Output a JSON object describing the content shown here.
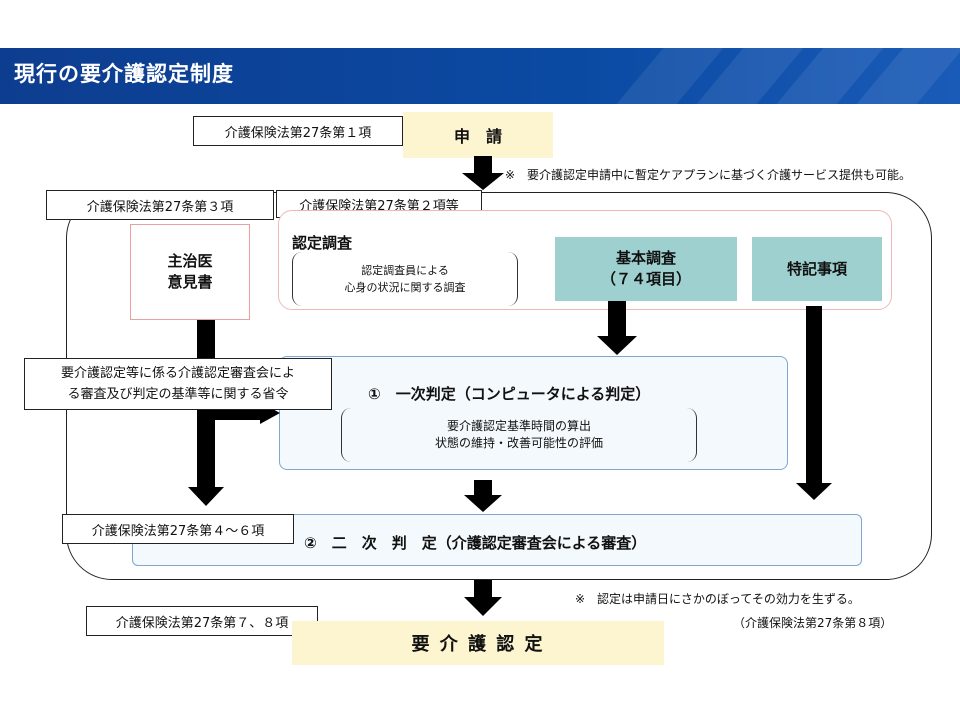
{
  "title": "現行の要介護認定制度",
  "shinsei": {
    "label": "申　請",
    "law": "介護保険法第27条第１項",
    "note": "※　要介護認定申請中に暫定ケアプランに基づく介護サービス提供も可能。"
  },
  "ikensho": {
    "law": "介護保険法第27条第３項",
    "line1": "主治医",
    "line2": "意見書"
  },
  "chosa": {
    "law": "介護保険法第27条第２項等",
    "title": "認定調査",
    "desc_line1": "認定調査員による",
    "desc_line2": "心身の状況に関する調査",
    "kihon_line1": "基本調査",
    "kihon_line2": "（７４項目）",
    "tokki": "特記事項"
  },
  "ordinance": {
    "line1": "要介護認定等に係る介護認定審査会によ",
    "line2": "る審査及び判定の基準等に関する省令"
  },
  "ichiji": {
    "title": "①　一次判定（コンピュータによる判定）",
    "desc_line1": "要介護認定基準時間の算出",
    "desc_line2": "状態の維持・改善可能性の評価"
  },
  "niji": {
    "law": "介護保険法第27条第４～６項",
    "title": "②　二　次　判　定（介護認定審査会による審査）"
  },
  "nintei": {
    "law": "介護保険法第27条第７、８項",
    "label": "要 介 護 認 定",
    "note": "※　認定は申請日にさかのぼってその効力を生ずる。",
    "note_law": "（介護保険法第27条第８項）"
  }
}
